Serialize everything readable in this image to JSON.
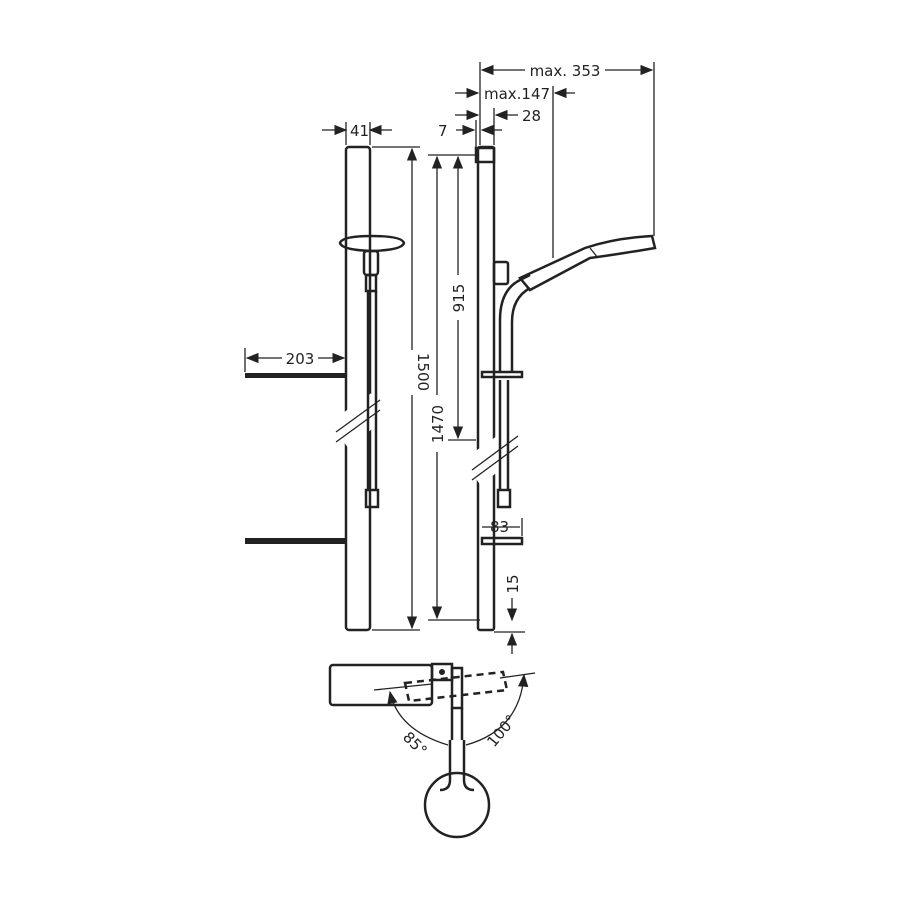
{
  "dimensions": {
    "bar_width": "41",
    "total_height": "1500",
    "shelf_offset": "203",
    "max_reach": "max. 353",
    "max_handle": "max.147",
    "depth": "28",
    "wall_gap": "7",
    "hole_distance": "1470",
    "slider_height": "915",
    "shelf_depth": "83",
    "bottom_offset": "15",
    "angle_left": "85°",
    "angle_right": "100°"
  },
  "colors": {
    "line": "#222222",
    "background": "#ffffff"
  }
}
